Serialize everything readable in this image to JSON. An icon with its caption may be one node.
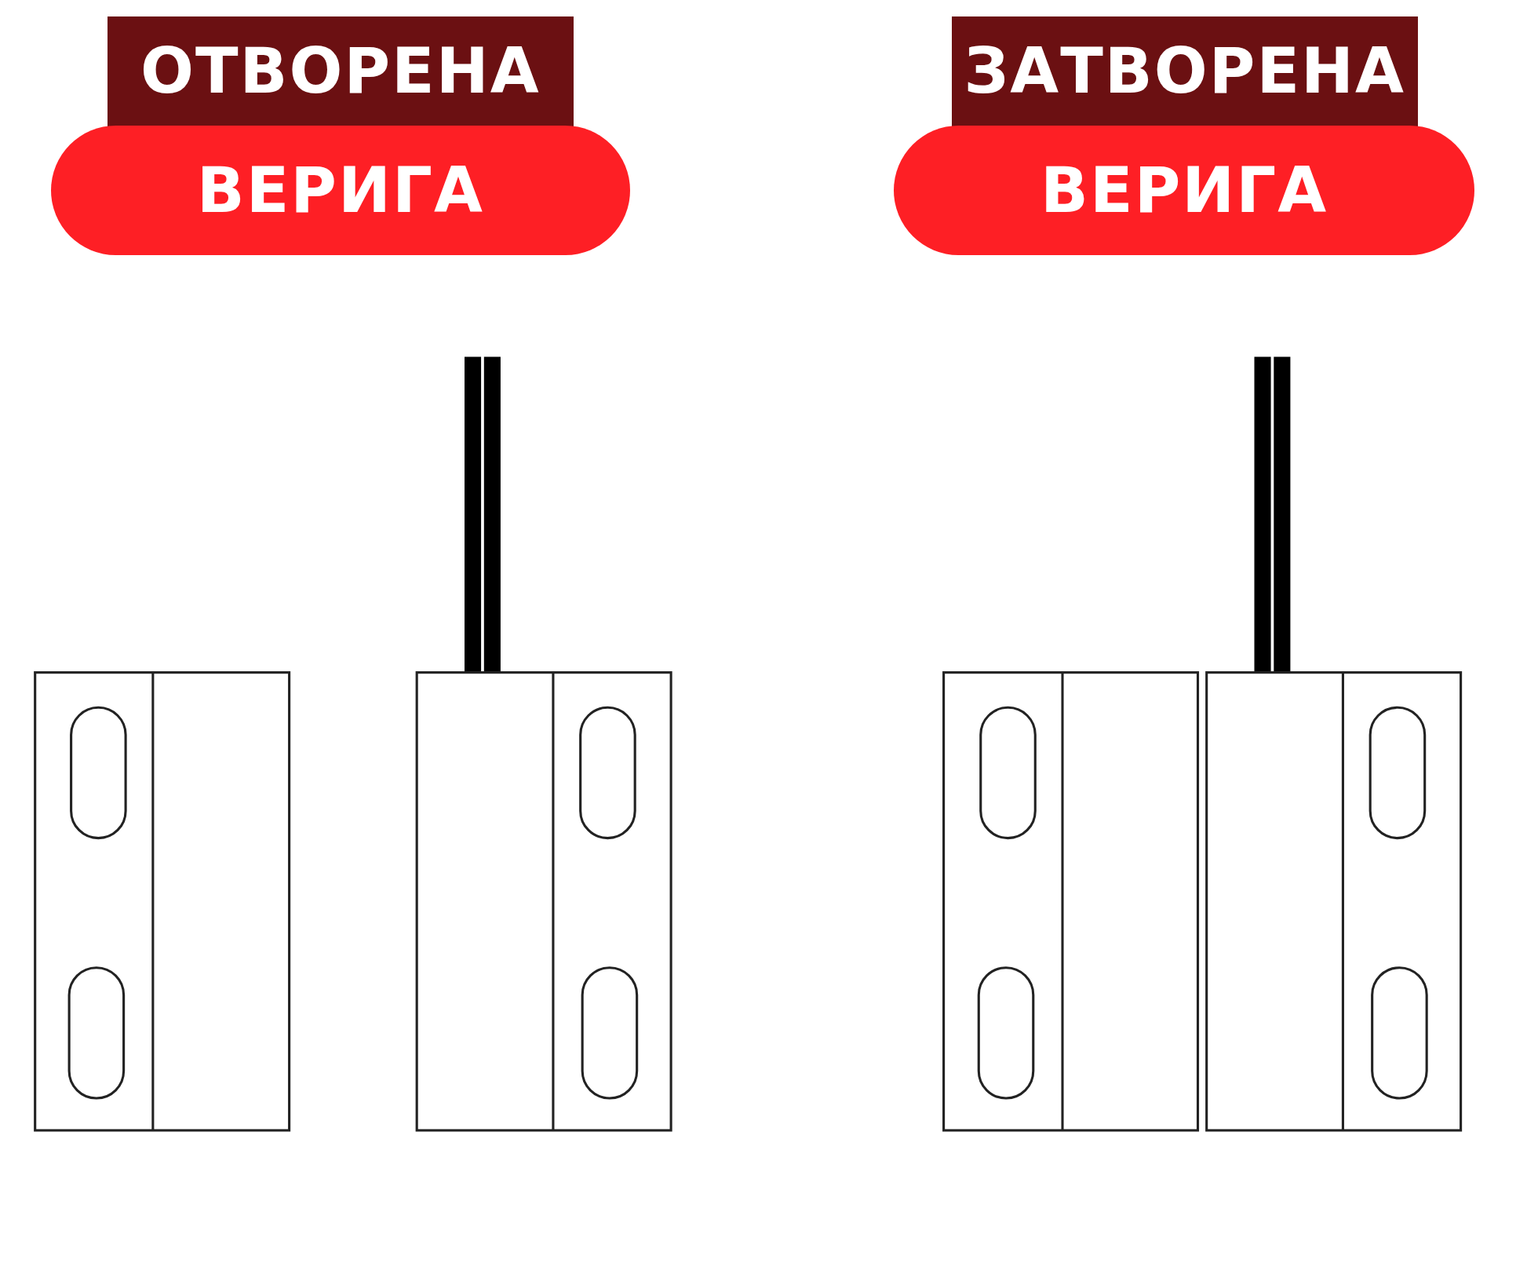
{
  "diagram": {
    "nodes": [
      {
        "text": [
          "ОТВОРЕНА"
        ]
      },
      {
        "text": [
          "ВЕРИГА"
        ]
      },
      {
        "text": [
          "ЗАТВОРЕНА"
        ]
      },
      {
        "text": [
          "ВЕРИГА"
        ]
      }
    ]
  }
}
